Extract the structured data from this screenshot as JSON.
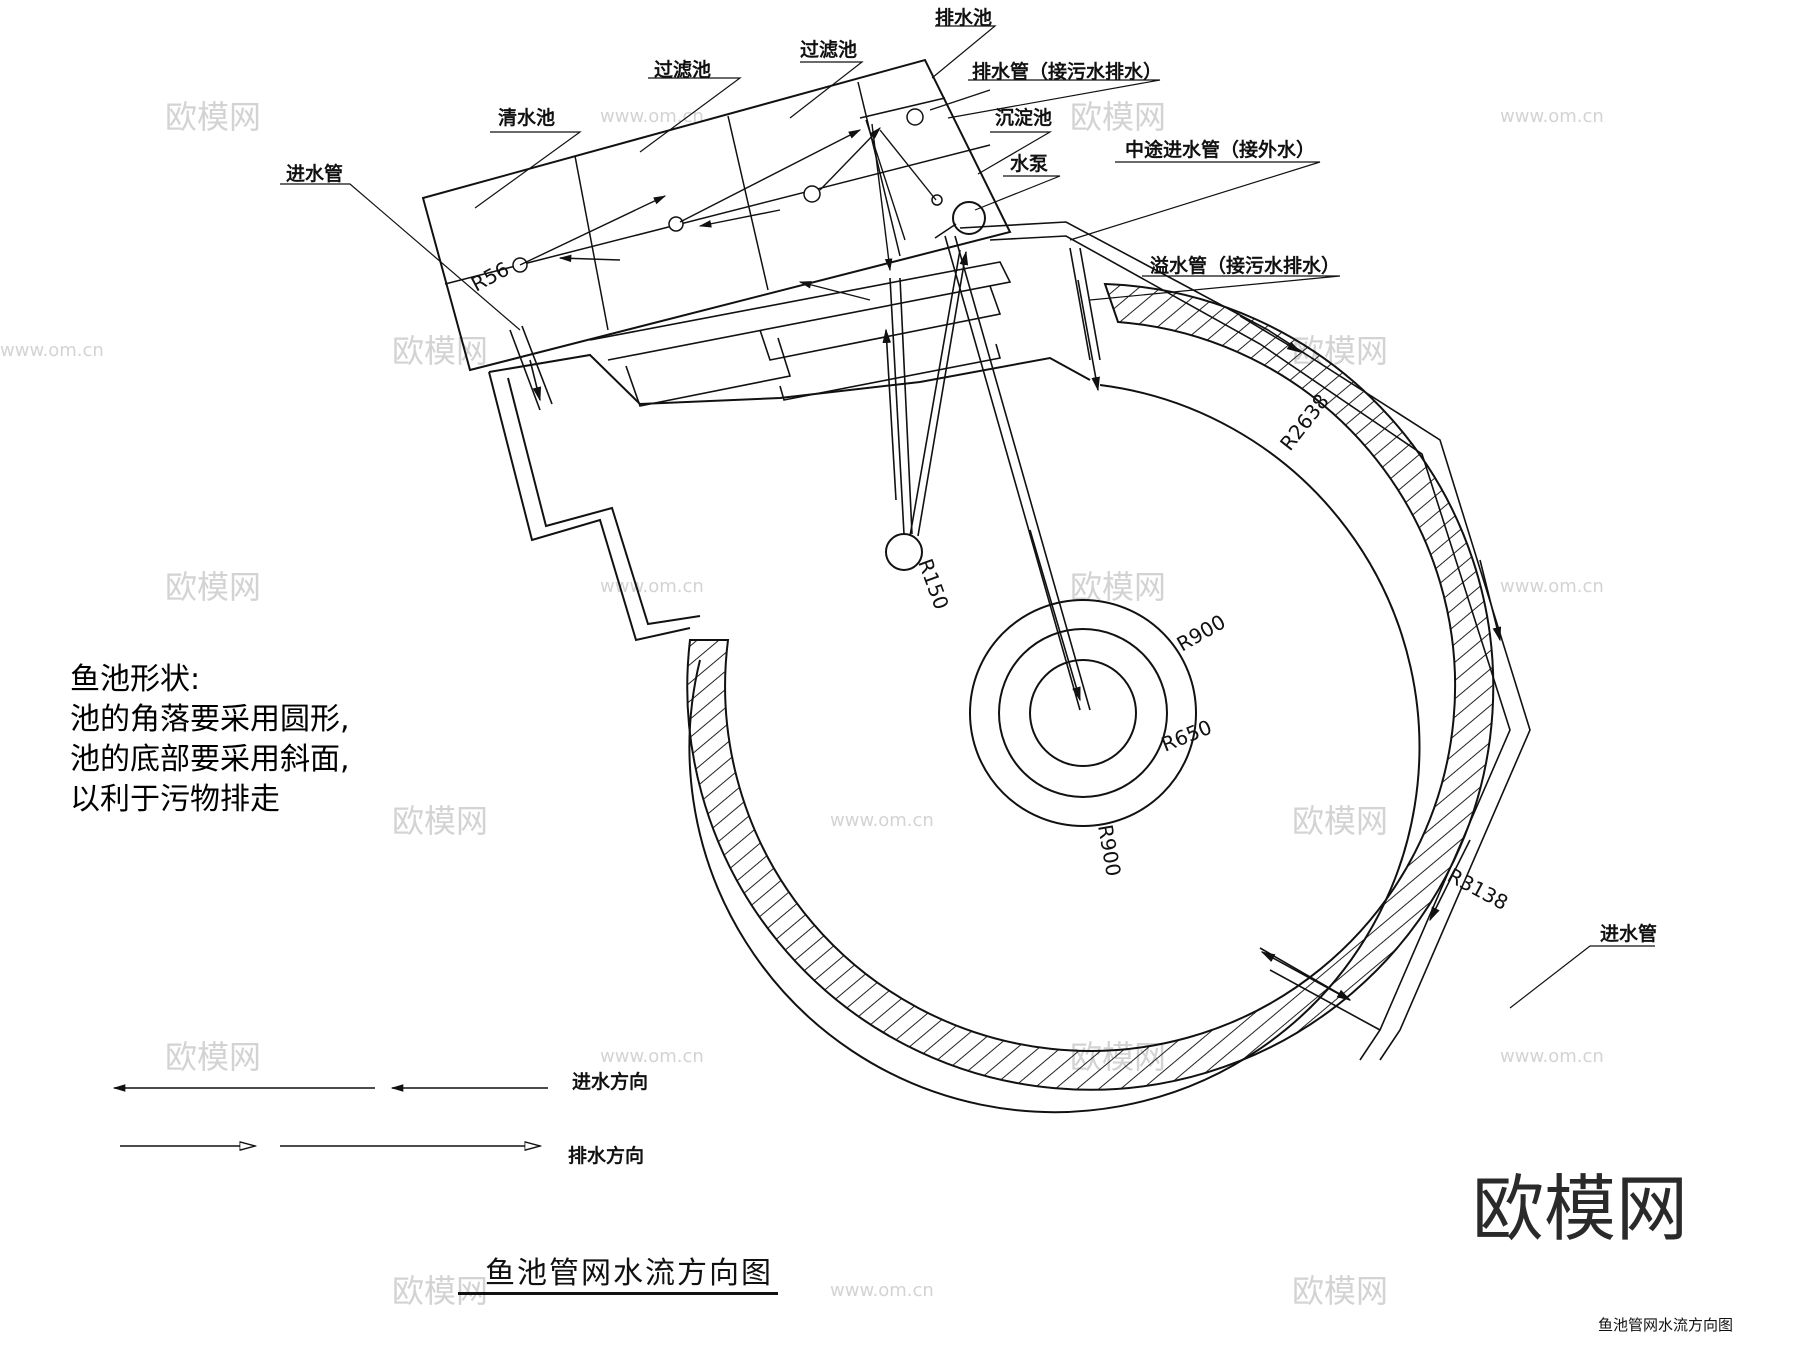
{
  "labels": {
    "clean_pool": "清水池",
    "filter_pool_1": "过滤池",
    "filter_pool_2": "过滤池",
    "drain_pool": "排水池",
    "drain_pipe": "排水管（接污水排水）",
    "settling_pool": "沉淀池",
    "pump": "水泵",
    "mid_inlet_pipe": "中途进水管（接外水）",
    "overflow_pipe": "溢水管（接污水排水）",
    "inlet_pipe_top": "进水管",
    "inlet_pipe_right": "进水管"
  },
  "dimensions": {
    "r56": "R56",
    "r150": "R150",
    "r900_a": "R900",
    "r650": "R650",
    "r900_b": "R900",
    "r2638": "R2638",
    "r3138": "R3138"
  },
  "legend": {
    "inflow": "进水方向",
    "outflow": "排水方向"
  },
  "notes": {
    "line1": "鱼池形状:",
    "line2": "池的角落要采用圆形,",
    "line3": "池的底部要采用斜面,",
    "line4": "以利于污物排走"
  },
  "title": "鱼池管网水流方向图",
  "caption": "鱼池管网水流方向图",
  "logo": "欧模网",
  "watermark": {
    "brand": "欧模网",
    "site": "www.om.cn"
  }
}
